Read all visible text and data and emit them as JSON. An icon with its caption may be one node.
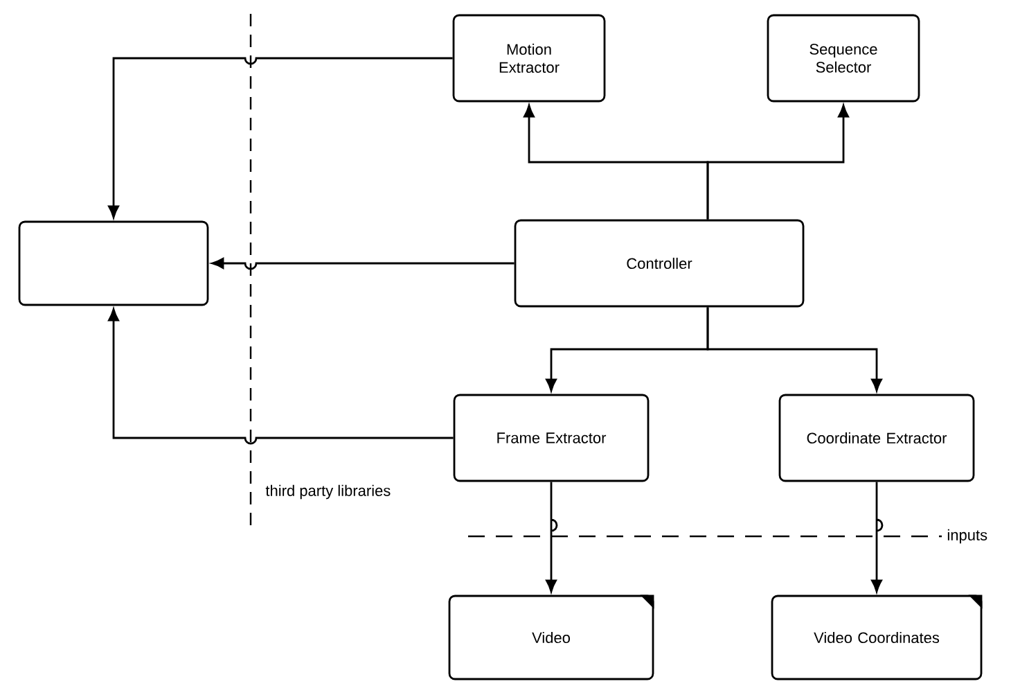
{
  "diagram": {
    "nodes": [
      {
        "text": [
          "Motion Extractor"
        ]
      },
      {
        "text": [
          "Sequence Selector"
        ]
      },
      {
        "text": [],
        "shape": "box"
      },
      {
        "text": [
          "Controller"
        ]
      },
      {
        "text": [
          "Frame Extractor"
        ]
      },
      {
        "text": [
          "Coordinate Extractor"
        ]
      },
      {
        "text": [
          "Video"
        ]
      },
      {
        "text": [
          "Video Coordinates"
        ]
      }
    ],
    "edges": [
      {
        "from": 0,
        "to": 2,
        "arrow": "to"
      },
      {
        "from": 3,
        "to": 2,
        "arrow": "to"
      },
      {
        "from": 4,
        "to": 2,
        "arrow": "to"
      },
      {
        "from": 3,
        "to": 0,
        "arrow": "to"
      },
      {
        "from": 3,
        "to": 1,
        "arrow": "to"
      },
      {
        "from": 3,
        "to": 4,
        "arrow": "to"
      },
      {
        "from": 3,
        "to": 5,
        "arrow": "to"
      },
      {
        "from": 4,
        "to": 6,
        "arrow": "to"
      },
      {
        "from": 5,
        "to": 7,
        "arrow": "to"
      }
    ],
    "labels": [
      "third party libraries",
      "inputs"
    ]
  }
}
